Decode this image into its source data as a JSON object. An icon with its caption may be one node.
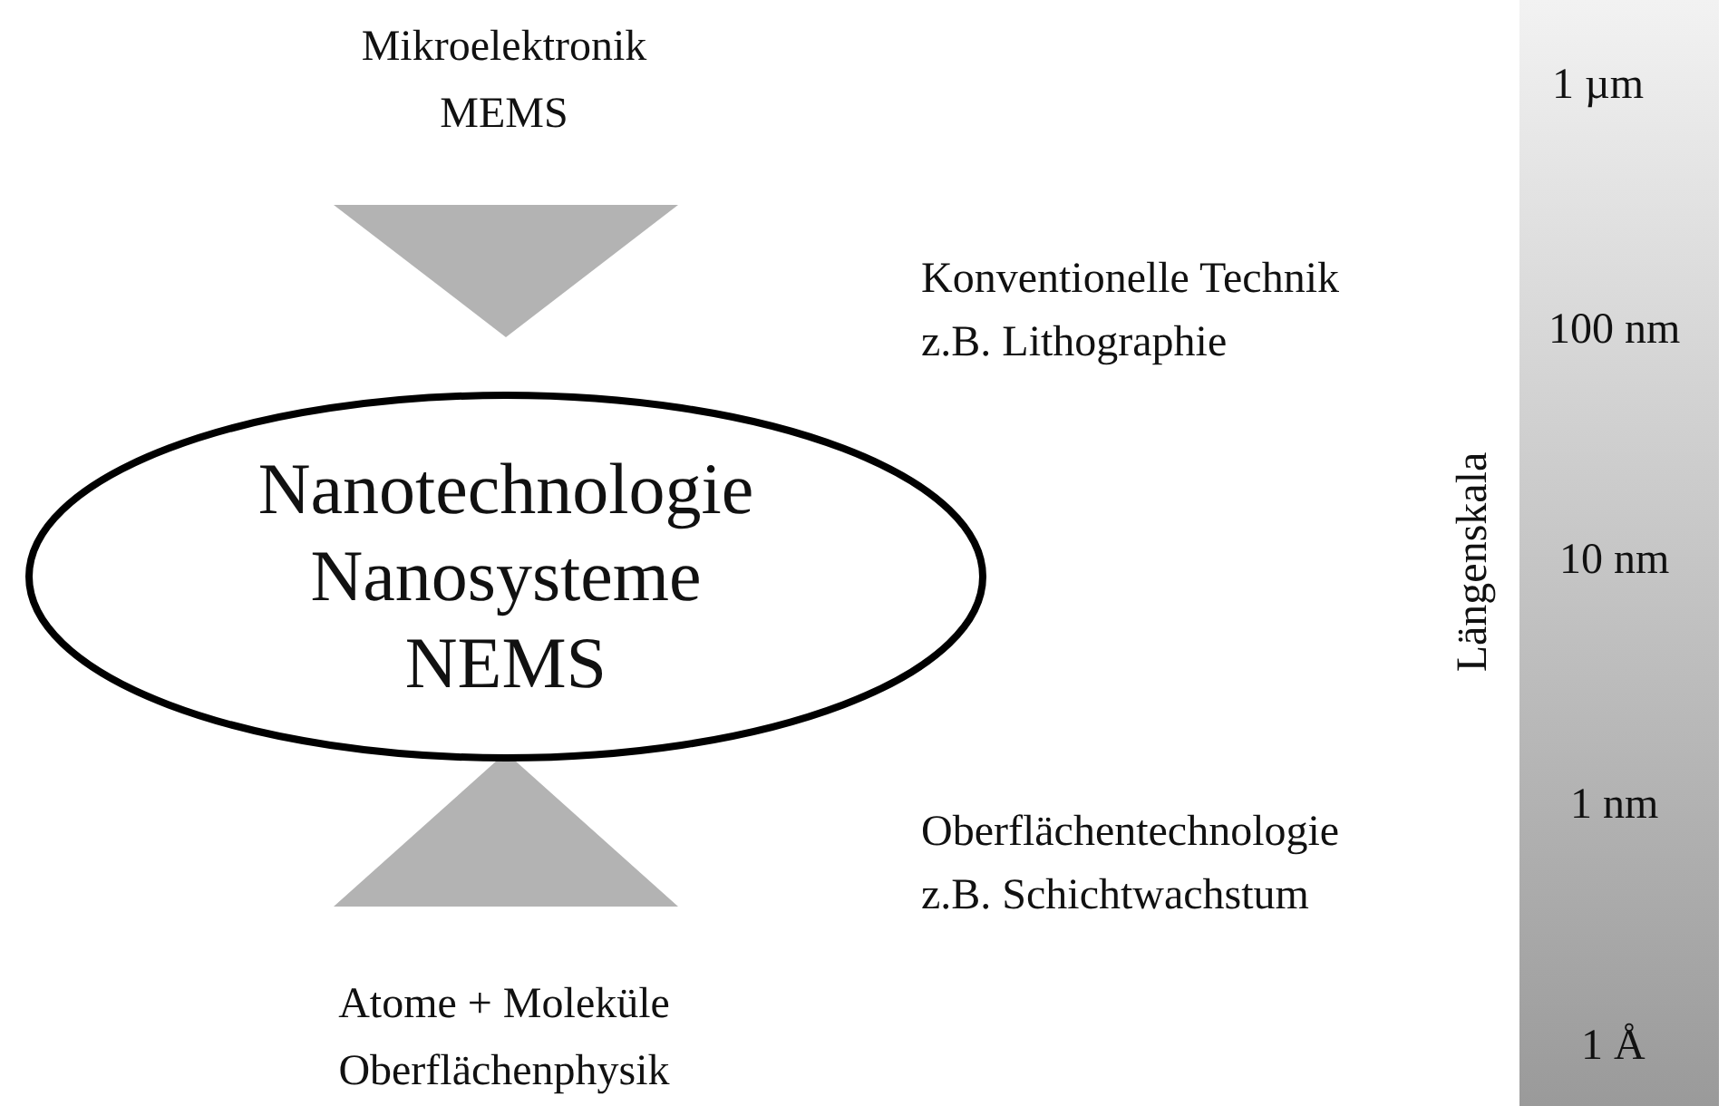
{
  "diagram": {
    "nodes": [
      {
        "text": [
          "Mikroelektronik MEMS"
        ]
      },
      {
        "text": [
          "Nanotechnologie Nanosysteme NEMS"
        ]
      },
      {
        "text": [
          "Atome + Moleküle Oberflächenphysik"
        ]
      }
    ],
    "edges": [
      {
        "from": 0,
        "to": 1,
        "arrow": "to"
      },
      {
        "from": 2,
        "to": 1,
        "arrow": "to"
      }
    ],
    "labels": [
      "1 µm",
      "Konventionelle Technik z.B. Lithographie",
      "100 nm",
      "Längenskala",
      "10 nm",
      "1 nm",
      "Oberflächentechnologie z.B. Schichtwachstum",
      "1 Å"
    ]
  }
}
